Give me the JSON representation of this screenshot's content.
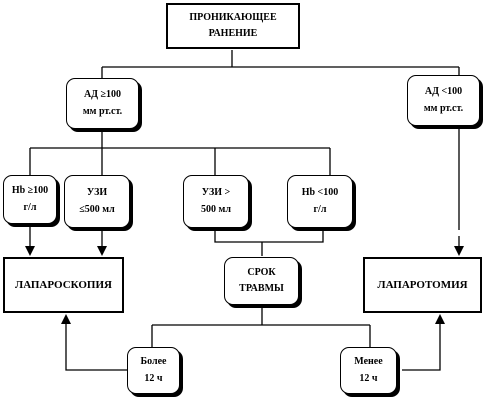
{
  "nodes": {
    "root": "ПРОНИКАЮЩЕЕ\nРАНЕНИЕ",
    "bp_high": "АД ≥100\nмм рт.ст.",
    "bp_low": "АД <100\nмм рт.ст.",
    "hb_high": "Hb ≥100\nг/л",
    "us_small": "УЗИ\n≤500 мл",
    "us_large": "УЗИ >\n500 мл",
    "hb_low": "Hb <100\nг/л",
    "injury_time": "СРОК\nТРАВМЫ",
    "laparoscopy": "ЛАПАРОСКОПИЯ",
    "laparotomy": "ЛАПАРОТОМИЯ",
    "more_12h": "Более\n12 ч",
    "less_12h": "Менее\n12 ч"
  },
  "colors": {
    "line": "#000000",
    "background": "#ffffff"
  }
}
